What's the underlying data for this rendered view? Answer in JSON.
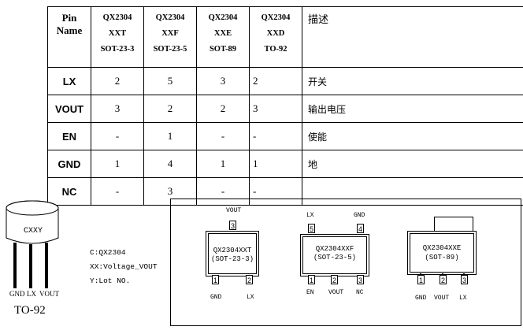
{
  "table": {
    "header": {
      "pin_name": "Pin\nName",
      "packages": [
        {
          "part": "QX2304",
          "suffix": "XXT",
          "pkg": "SOT-23-3"
        },
        {
          "part": "QX2304",
          "suffix": "XXF",
          "pkg": "SOT-23-5"
        },
        {
          "part": "QX2304",
          "suffix": "XXE",
          "pkg": "SOT-89"
        },
        {
          "part": "QX2304",
          "suffix": "XXD",
          "pkg": "TO-92"
        }
      ],
      "description": "描述"
    },
    "rows": [
      {
        "name": "LX",
        "cols": [
          "2",
          "5",
          "3",
          "2"
        ],
        "desc": "开关"
      },
      {
        "name": "VOUT",
        "cols": [
          "3",
          "2",
          "2",
          "3"
        ],
        "desc": "输出电压"
      },
      {
        "name": "EN",
        "cols": [
          "-",
          "1",
          "-",
          "-"
        ],
        "desc": "使能"
      },
      {
        "name": "GND",
        "cols": [
          "1",
          "4",
          "1",
          "1"
        ],
        "desc": "地"
      },
      {
        "name": "NC",
        "cols": [
          "-",
          "3",
          "-",
          "-"
        ],
        "desc": ""
      }
    ]
  },
  "to92": {
    "marking": "CXXY",
    "leads": [
      "GND",
      "LX",
      "VOUT"
    ],
    "caption": "TO-92"
  },
  "legend": {
    "line1": "C:QX2304",
    "line2": "XX:Voltage_VOUT",
    "line3": "Y:Lot NO."
  },
  "sot23_3": {
    "marking": "QX2304XXT",
    "pkg": "(SOT-23-3)",
    "pins": [
      {
        "num": "3",
        "label": "VOUT"
      },
      {
        "num": "1",
        "label": "GND"
      },
      {
        "num": "2",
        "label": "LX"
      }
    ]
  },
  "sot23_5": {
    "marking": "QX2304XXF",
    "pkg": "(SOT-23-5)",
    "pins": [
      {
        "num": "5",
        "label": "LX"
      },
      {
        "num": "4",
        "label": "GND"
      },
      {
        "num": "1",
        "label": "EN"
      },
      {
        "num": "2",
        "label": "VOUT"
      },
      {
        "num": "3",
        "label": "NC"
      }
    ]
  },
  "sot89": {
    "marking": "QX2304XXE",
    "pkg": "(SOT-89)",
    "pins": [
      {
        "num": "1",
        "label": "GND"
      },
      {
        "num": "2",
        "label": "VOUT"
      },
      {
        "num": "3",
        "label": "LX"
      }
    ]
  }
}
